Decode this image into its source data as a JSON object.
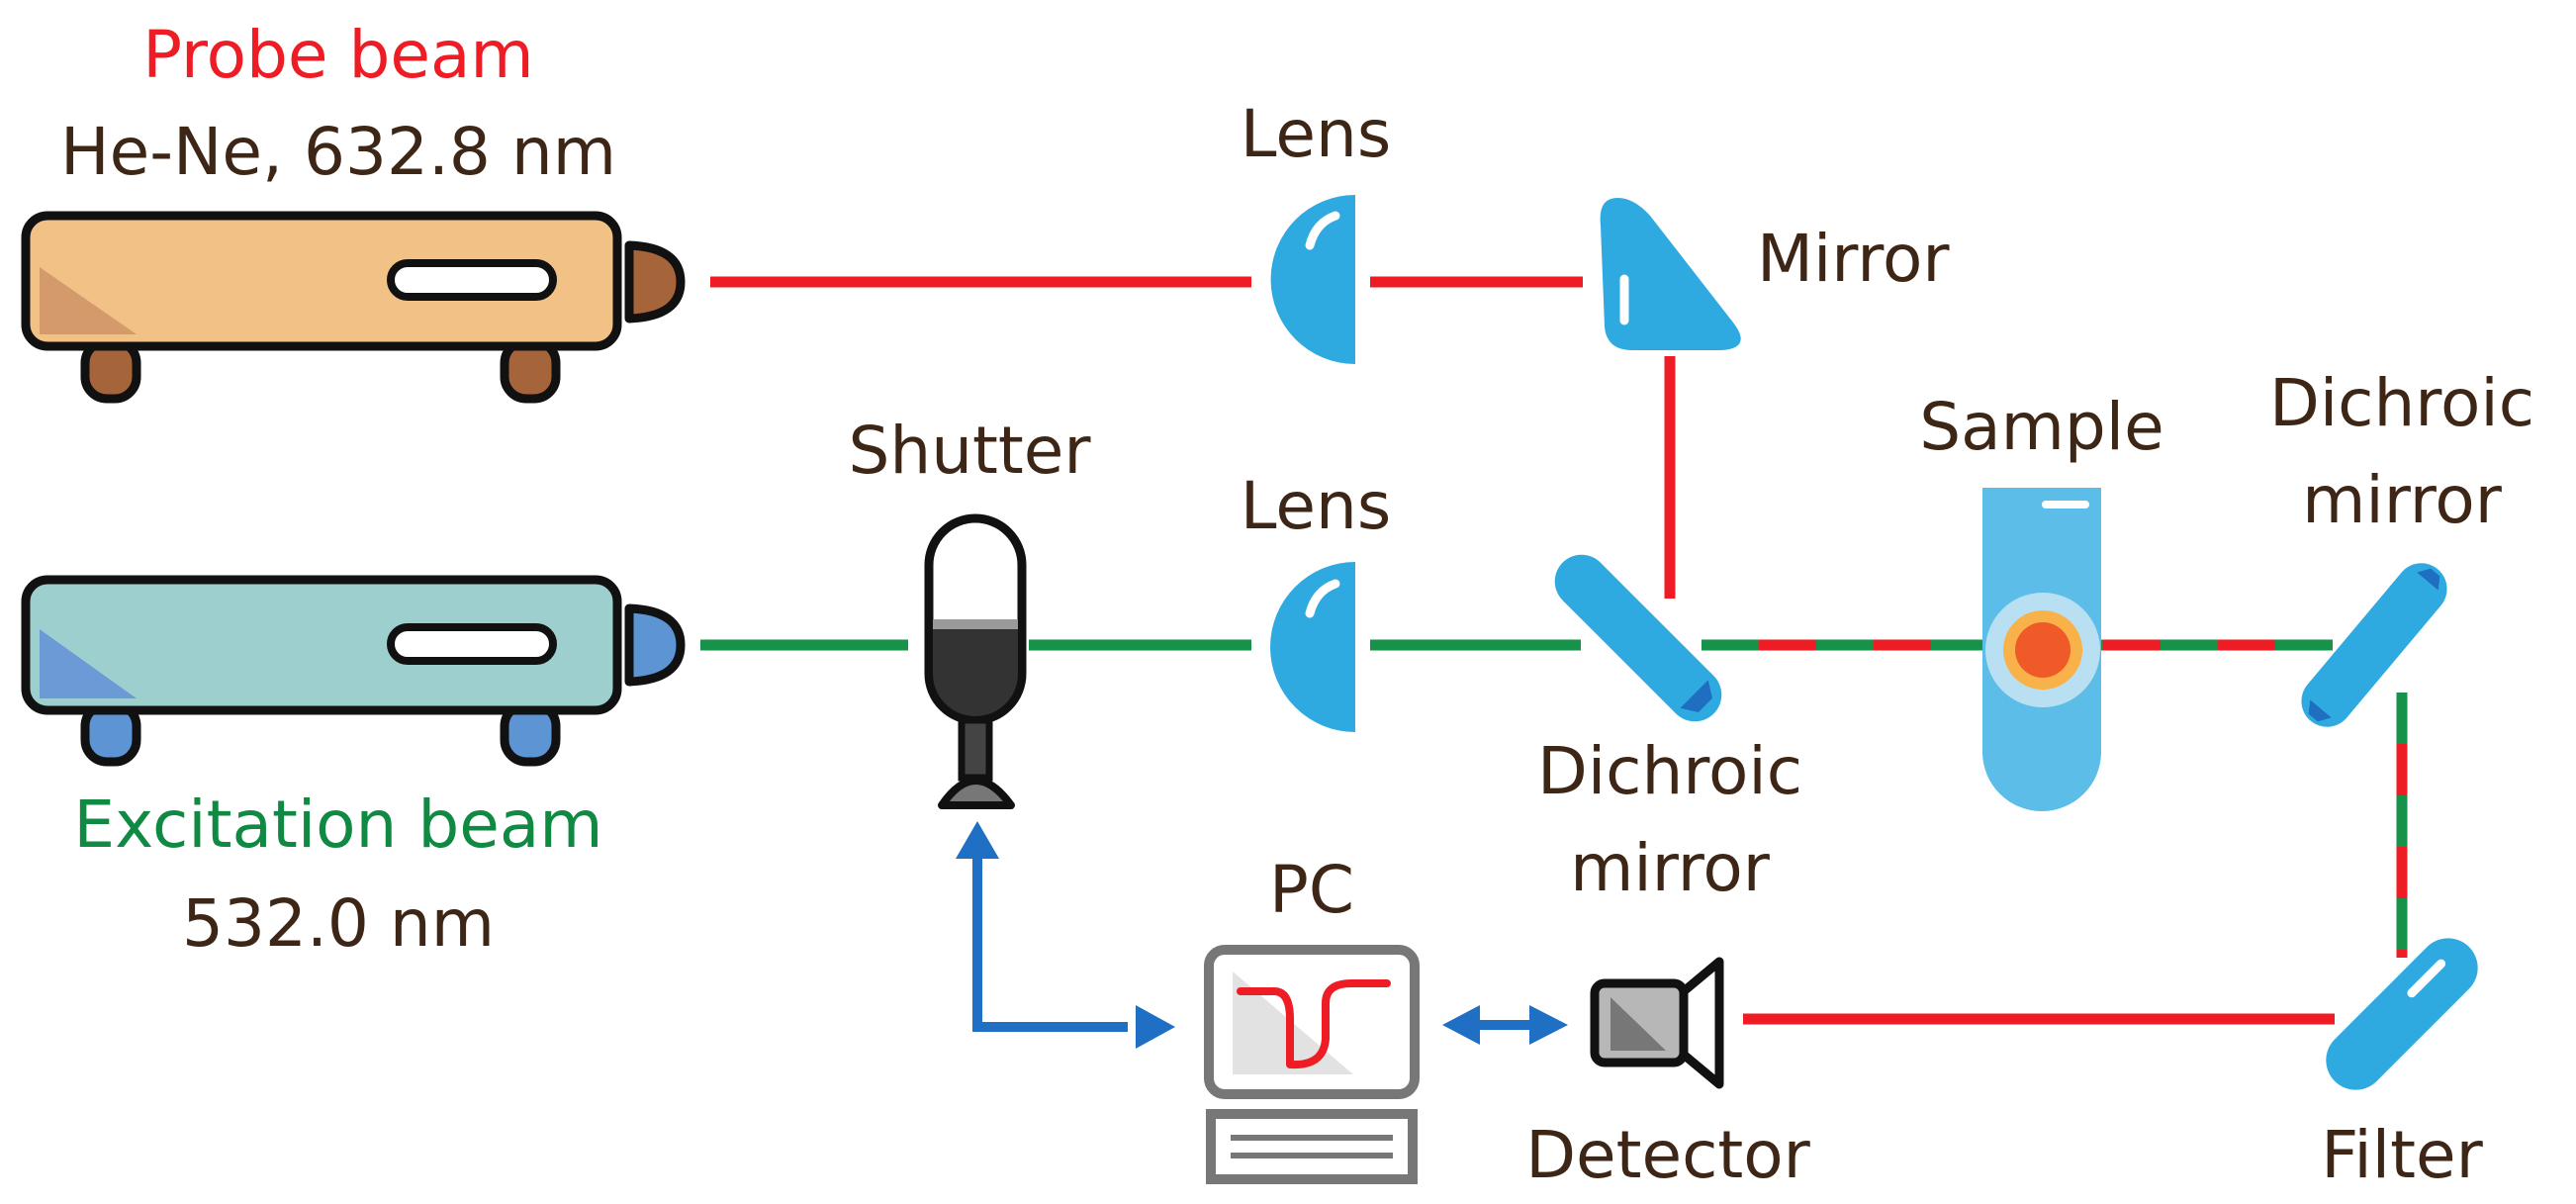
{
  "labels": {
    "probe_title": "Probe beam",
    "probe_spec": "He-Ne, 632.8 nm",
    "excitation_title": "Excitation beam",
    "excitation_spec": "532.0 nm",
    "lens_top": "Lens",
    "lens_bottom": "Lens",
    "mirror": "Mirror",
    "shutter": "Shutter",
    "sample": "Sample",
    "dichroic_right_line1": "Dichroic",
    "dichroic_right_line2": "mirror",
    "dichroic_center_line1": "Dichroic",
    "dichroic_center_line2": "mirror",
    "pc": "PC",
    "detector": "Detector",
    "filter": "Filter"
  },
  "colors": {
    "probe_beam": "#ee1c25",
    "excitation_beam": "#16924a",
    "signal_arrows": "#1f6fc5",
    "optics": "#2eaae1",
    "probe_laser_body": "#f2c185",
    "excitation_laser_body": "#9ecfcf",
    "label_text": "#3d2616"
  }
}
